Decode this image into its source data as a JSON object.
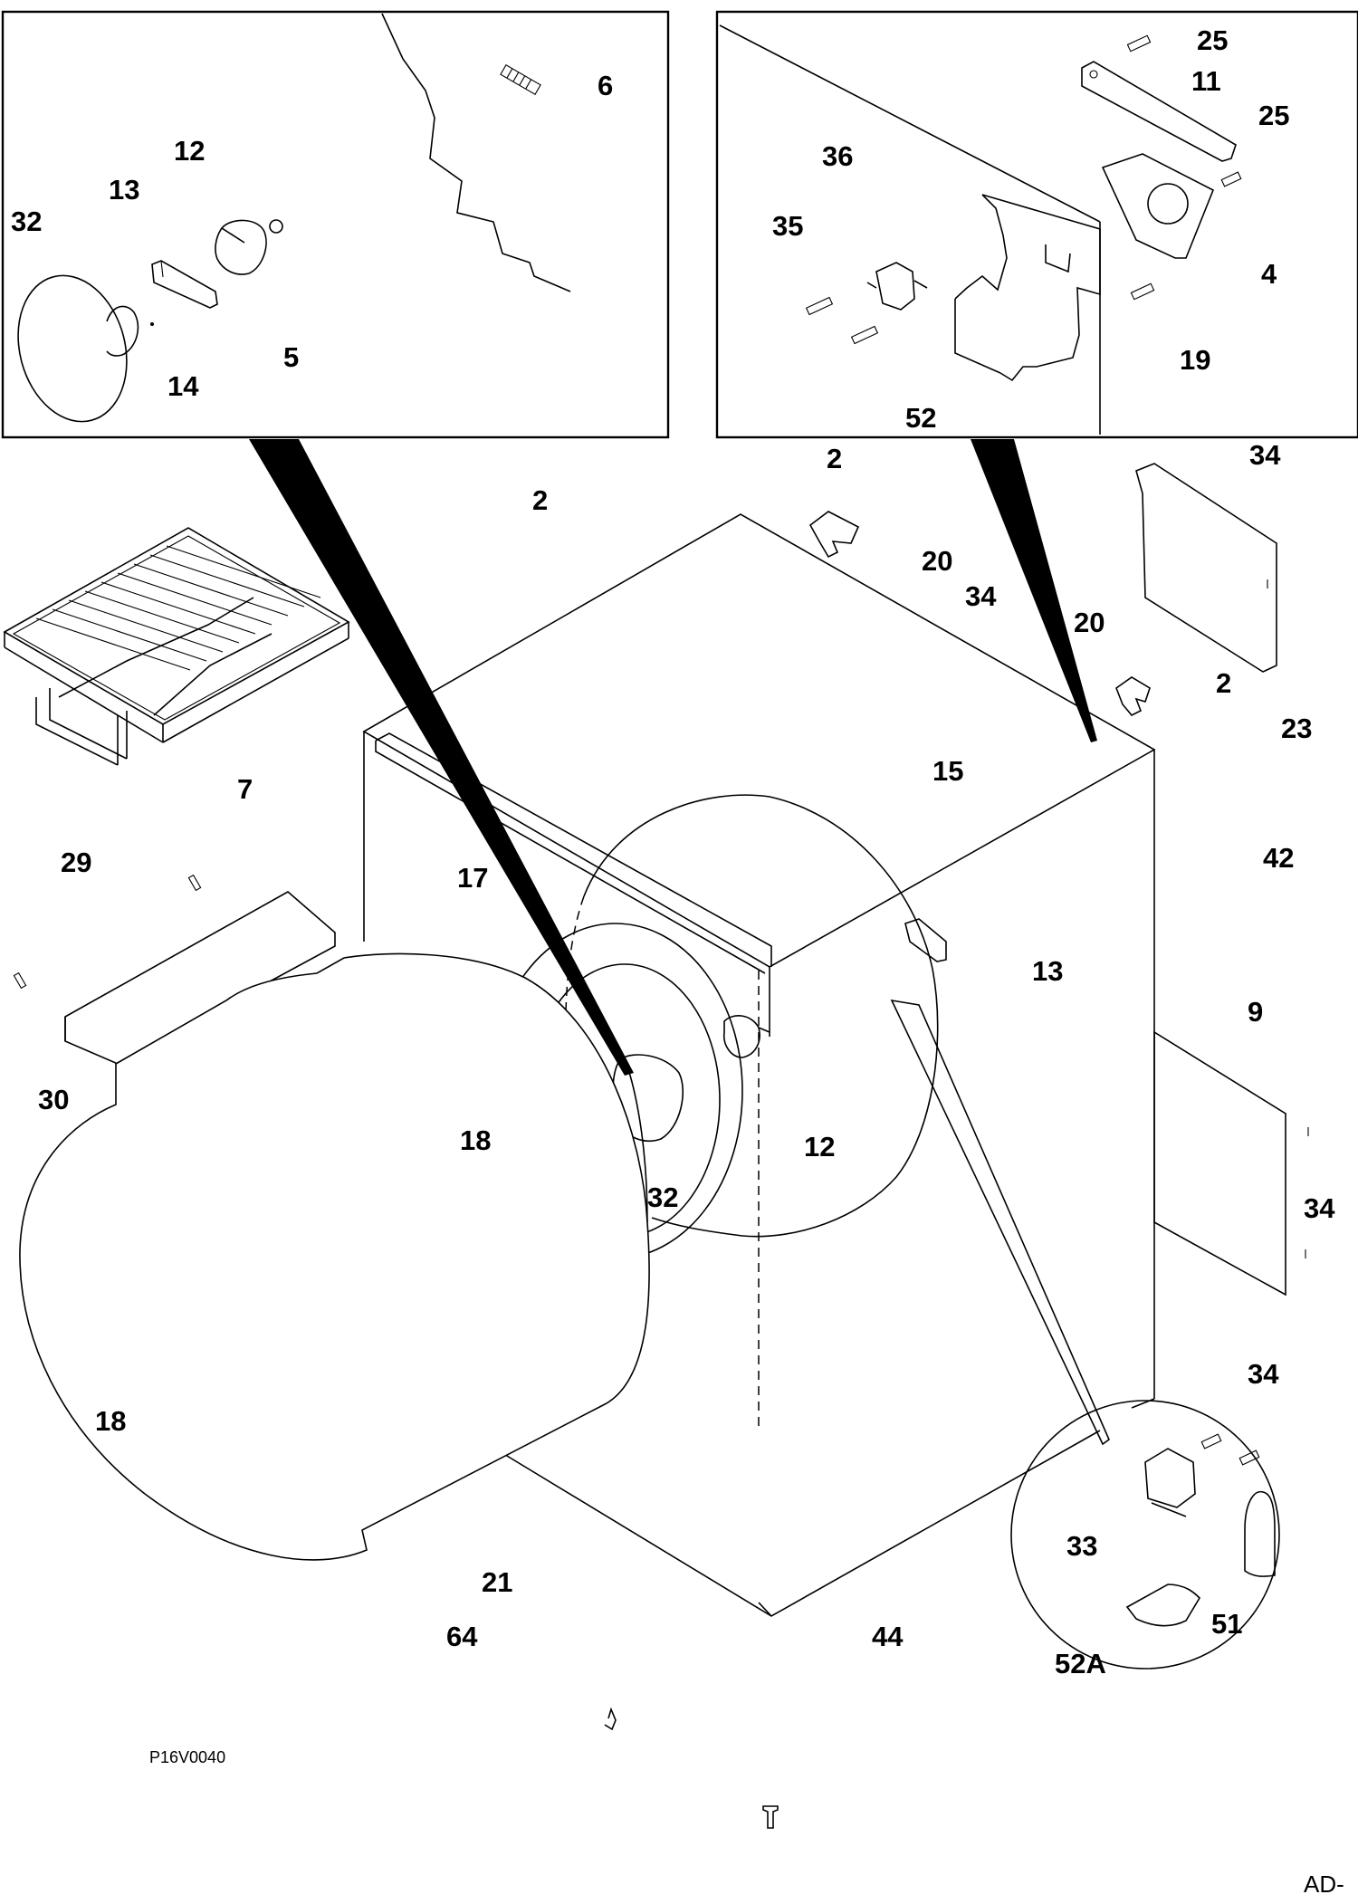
{
  "figure_id": "P16V0040",
  "page_code": "AD-",
  "detail_left": {
    "callouts": [
      "6",
      "12",
      "13",
      "32",
      "5",
      "14"
    ]
  },
  "detail_right": {
    "callouts": [
      "25",
      "11",
      "25",
      "36",
      "35",
      "4",
      "19",
      "52"
    ]
  },
  "detail_bottom": {
    "callouts": [
      "33",
      "51",
      "52A"
    ]
  },
  "main": {
    "callouts": [
      "2",
      "2",
      "20",
      "34",
      "20",
      "34",
      "2",
      "23",
      "15",
      "7",
      "29",
      "17",
      "42",
      "13",
      "9",
      "30",
      "18",
      "12",
      "32",
      "34",
      "34",
      "18",
      "21",
      "64",
      "44"
    ]
  }
}
